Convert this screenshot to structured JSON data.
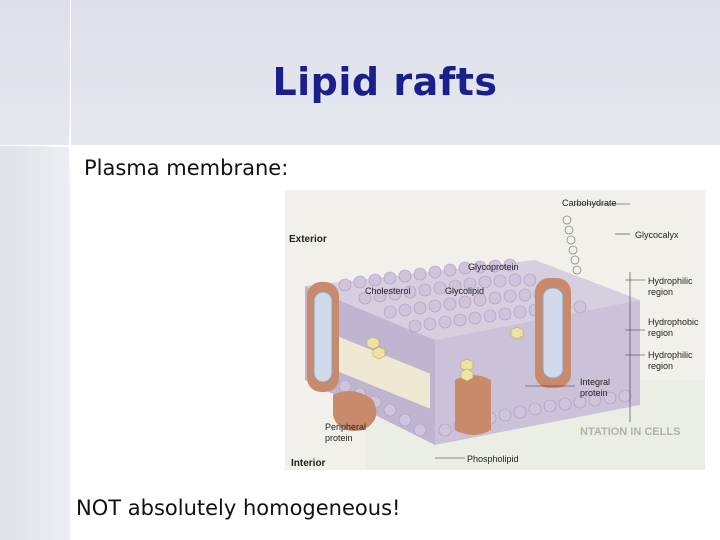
{
  "slide": {
    "title": "Lipid rafts",
    "subtitle": "Plasma membrane:",
    "caption": "NOT absolutely homogeneous!"
  },
  "figure": {
    "labels": {
      "carbohydrate": "Carbohydrate",
      "glycocalyx": "Glycocalyx",
      "exterior": "Exterior",
      "glycoprotein": "Glycoprotein",
      "cholesterol": "Cholesterol",
      "glycolipid": "Glycolipid",
      "hydrophilic_top": "Hydrophilic\nregion",
      "hydrophobic": "Hydrophobic\nregion",
      "hydrophilic_bottom": "Hydrophilic\nregion",
      "integral": "Integral\nprotein",
      "peripheral": "Peripheral\nprotein",
      "interior": "Interior",
      "phospholipid": "Phospholipid",
      "notation": "NTATION IN CELLS"
    }
  },
  "colors": {
    "title": "#1a1f8c",
    "membrane_head": "#c9bfd6",
    "protein": "#c98a6c",
    "cholesterol": "#efe2a6"
  }
}
